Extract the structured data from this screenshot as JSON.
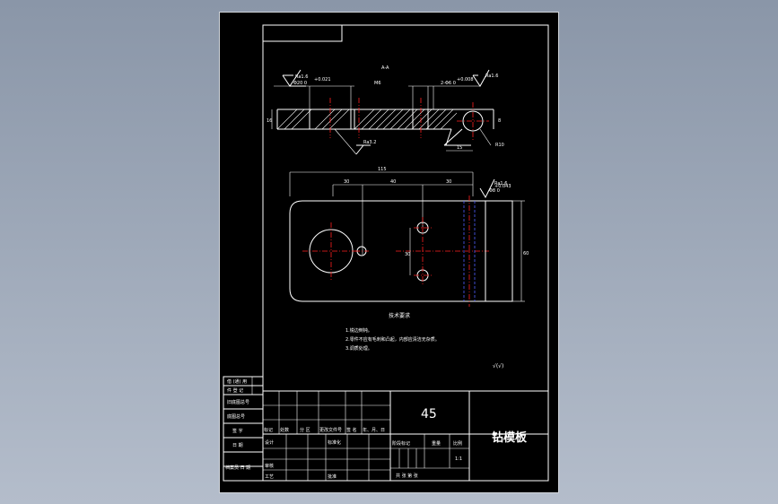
{
  "drawing": {
    "section_label": "A-A",
    "roughness_top_left": "Ra1.6",
    "roughness_top_right": "Ra1.6",
    "roughness_bottom": "Ra3.2",
    "roughness_plan": "Ra1.6",
    "top_hole_dim": "Φ20 0",
    "top_hole_tol": "+0.021",
    "thread_label": "M6",
    "twin_hole_dim": "2-Φ6 0",
    "twin_hole_tol": "+0.008",
    "thickness_dim": "16",
    "right_height_dim": "8",
    "step_dim": "15",
    "radius_dim": "R10",
    "overall_length": "115",
    "seg_1": "30",
    "seg_2": "40",
    "seg_3": "30",
    "spacing_dim": "30",
    "height_dim": "60",
    "plan_hole_dim": "Φ8 0",
    "plan_hole_tol": "+0.043",
    "tech_title": "技术要求",
    "tech_1": "1.锐边倒钝。",
    "tech_2": "2.零件不应有毛刺和凸起，内部应清洁无杂质。",
    "tech_3": "3.调质处理。",
    "corner_roughness": "√(√)"
  },
  "side_panel": {
    "r1": "借 (通) 用",
    "r2": "件 登 记",
    "r3": "旧底图总号",
    "r4": "底图总号",
    "r5": "签 字",
    "r6": "日 期",
    "r7": "档案员  日  期"
  },
  "title_block": {
    "material": "45",
    "part_name": "钻模板",
    "h_mark": "标记",
    "h_count": "处数",
    "h_zone": "分 区",
    "h_doc": "更改文件号",
    "h_sign": "签 名",
    "h_date": "年、月、日",
    "design": "设计",
    "standardize": "标准化",
    "check": "审核",
    "process": "工艺",
    "approve": "批准",
    "stage": "阶段标记",
    "weight": "重量",
    "scale_label": "比例",
    "scale": "1:1",
    "sheets": "共    张 第    张"
  }
}
